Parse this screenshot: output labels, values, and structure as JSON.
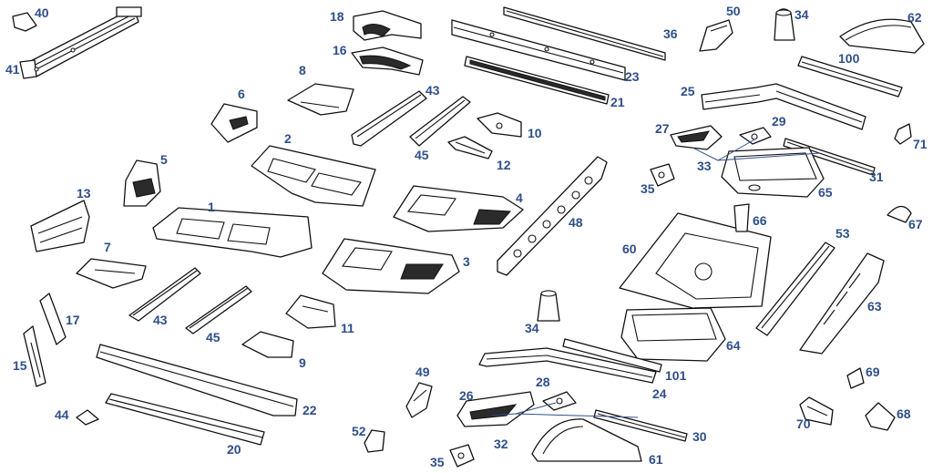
{
  "labels": {
    "p1": "1",
    "p2": "2",
    "p3": "3",
    "p4": "4",
    "p5": "5",
    "p6": "6",
    "p7": "7",
    "p8": "8",
    "p9": "9",
    "p10": "10",
    "p11": "11",
    "p12": "12",
    "p13": "13",
    "p15": "15",
    "p16": "16",
    "p17": "17",
    "p18": "18",
    "p20": "20",
    "p21": "21",
    "p22": "22",
    "p23": "23",
    "p24": "24",
    "p25": "25",
    "p26": "26",
    "p27": "27",
    "p28": "28",
    "p29": "29",
    "p30": "30",
    "p31": "31",
    "p32": "32",
    "p33": "33",
    "p34a": "34",
    "p34b": "34",
    "p35a": "35",
    "p35b": "35",
    "p36": "36",
    "p40": "40",
    "p41": "41",
    "p43a": "43",
    "p43b": "43",
    "p44": "44",
    "p45a": "45",
    "p45b": "45",
    "p48": "48",
    "p49": "49",
    "p50": "50",
    "p52": "52",
    "p53": "53",
    "p60": "60",
    "p61": "61",
    "p62": "62",
    "p63": "63",
    "p64": "64",
    "p65": "65",
    "p66": "66",
    "p67": "67",
    "p68": "68",
    "p69": "69",
    "p70": "70",
    "p71": "71",
    "p100": "100",
    "p101": "101"
  },
  "colors": {
    "label": "#2f4f8a",
    "line": "#111111"
  }
}
